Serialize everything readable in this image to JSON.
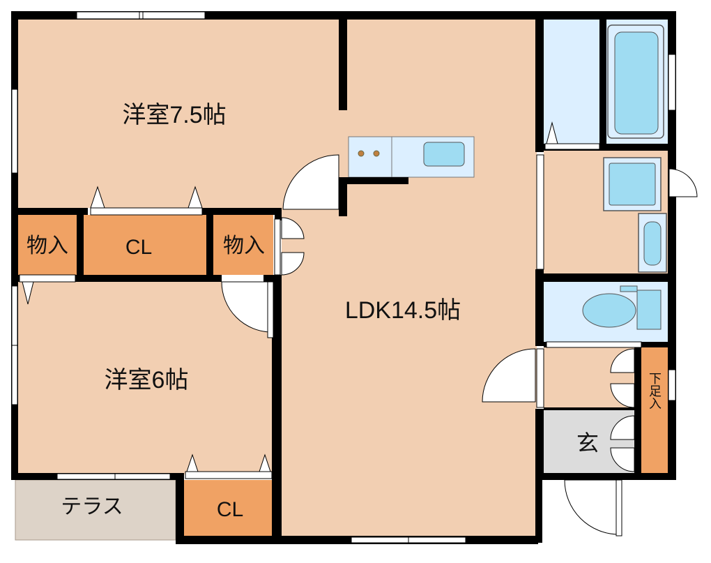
{
  "rooms": {
    "western_large": "洋室7.5帖",
    "western_small": "洋室6帖",
    "ldk": "LDK14.5帖",
    "storage_left": "物入",
    "storage_mid": "物入",
    "closet_top": "CL",
    "closet_bottom": "CL",
    "terrace": "テラス",
    "entrance": "玄",
    "shoe_storage": "下足入"
  },
  "colors": {
    "room_floor": "#f2cfb2",
    "closet": "#f0a264",
    "wet_area": "#dcefff",
    "fixture": "#9fdcf2",
    "terrace": "#ddd3c8",
    "entrance": "#dcdcdc",
    "wall": "#000000"
  }
}
